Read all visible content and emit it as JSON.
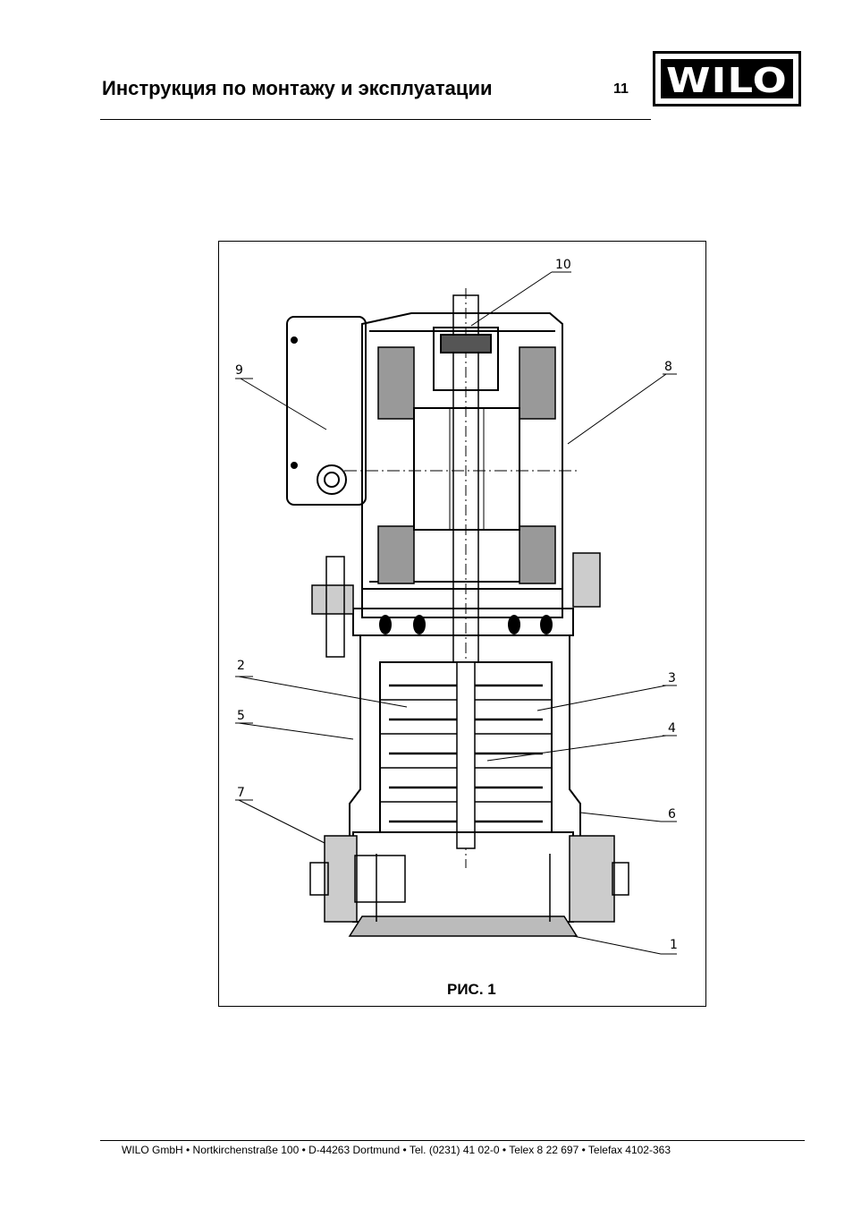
{
  "header": {
    "title": "Инструкция по монтажу и эксплуатации",
    "page_number": "11",
    "logo_text": "WILO"
  },
  "figure": {
    "caption": "РИС. 1",
    "part_labels": [
      "1",
      "2",
      "3",
      "4",
      "5",
      "6",
      "7",
      "8",
      "9",
      "10"
    ]
  },
  "footer": {
    "text": "WILO GmbH  •  Nortkirchenstraße 100  •  D-44263 Dortmund  •  Tel. (0231) 41 02-0  •  Telex 8 22 697  •  Telefax 4102-363"
  }
}
